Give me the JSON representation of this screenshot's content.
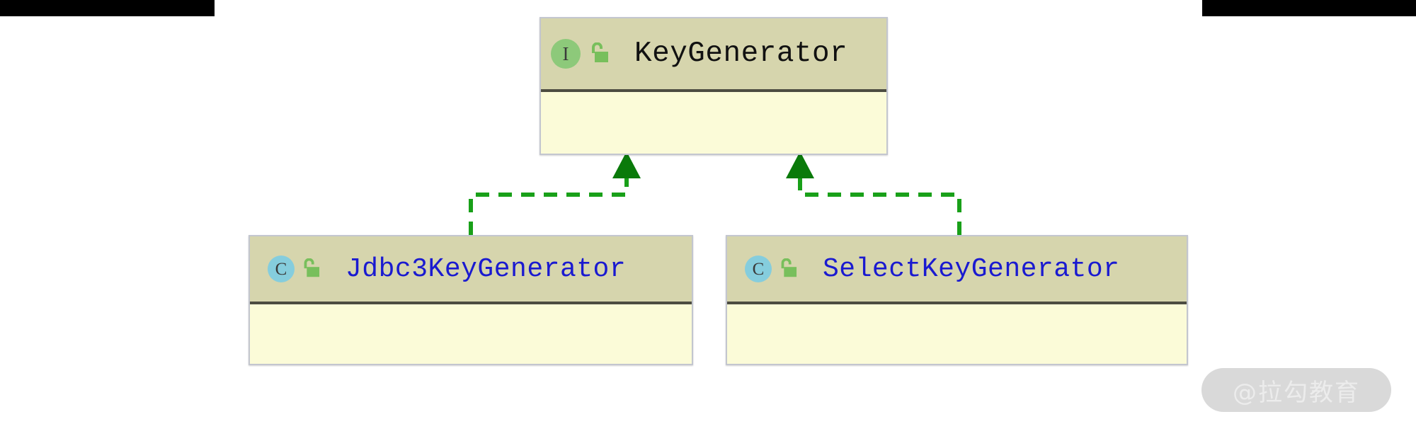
{
  "diagram": {
    "type": "uml-class-diagram",
    "relationship_style": "dashed-green-realization",
    "colors": {
      "header_fill": "#d6d5ad",
      "body_fill": "#fbfbd8",
      "box_border": "#c3c6cf",
      "header_divider": "#4c4c41",
      "interface_badge": "#8dc97a",
      "class_badge": "#85cddd",
      "lock_icon": "#78bf5c",
      "connector": "#19a019",
      "arrowhead": "#0a7a0a",
      "interface_title_text": "#111111",
      "class_title_text": "#1a1ad0",
      "letterbox": "#000000"
    },
    "interface": {
      "name": "KeyGenerator",
      "badge_letter": "I",
      "badge_label": "interface-badge",
      "visibility_icon": "unlocked-padlock-icon",
      "visibility": "public",
      "members": []
    },
    "classes": [
      {
        "name": "Jdbc3KeyGenerator",
        "badge_letter": "C",
        "badge_label": "class-badge",
        "visibility_icon": "unlocked-padlock-icon",
        "visibility": "public",
        "members": [],
        "implements": "KeyGenerator"
      },
      {
        "name": "SelectKeyGenerator",
        "badge_letter": "C",
        "badge_label": "class-badge",
        "visibility_icon": "unlocked-padlock-icon",
        "visibility": "public",
        "members": [],
        "implements": "KeyGenerator"
      }
    ]
  },
  "watermark": {
    "text": "@拉勾教育"
  }
}
